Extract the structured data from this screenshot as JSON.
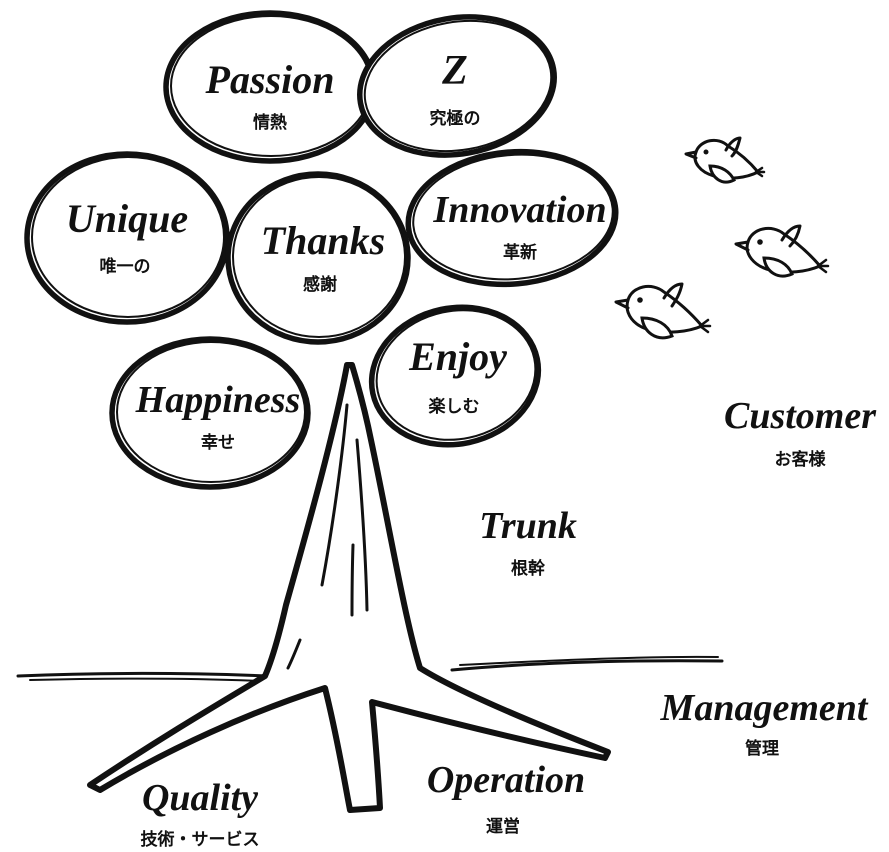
{
  "bubbles": {
    "passion": {
      "en": "Passion",
      "jp": "情熱"
    },
    "z": {
      "en": "Z",
      "jp": "究極の"
    },
    "unique": {
      "en": "Unique",
      "jp": "唯一の"
    },
    "thanks": {
      "en": "Thanks",
      "jp": "感謝"
    },
    "innovation": {
      "en": "Innovation",
      "jp": "革新"
    },
    "happiness": {
      "en": "Happiness",
      "jp": "幸せ"
    },
    "enjoy": {
      "en": "Enjoy",
      "jp": "楽しむ"
    }
  },
  "labels": {
    "customer": {
      "en": "Customer",
      "jp": "お客様"
    },
    "trunk": {
      "en": "Trunk",
      "jp": "根幹"
    },
    "management": {
      "en": "Management",
      "jp": "管理"
    },
    "operation": {
      "en": "Operation",
      "jp": "運営"
    },
    "quality": {
      "en": "Quality",
      "jp": "技術・サービス"
    }
  },
  "colors": {
    "ink": "#111111",
    "paper": "#ffffff"
  }
}
